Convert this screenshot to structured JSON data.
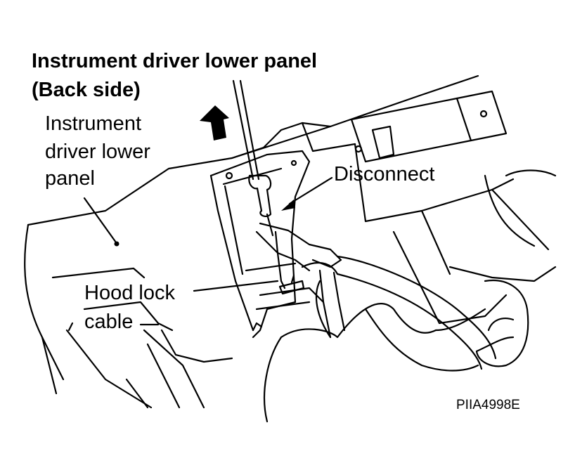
{
  "figure": {
    "title_line1": "Instrument driver lower panel",
    "title_line2": "(Back side)",
    "panel_label_line1": "Instrument",
    "panel_label_line2": "driver lower",
    "panel_label_line3": "panel",
    "disconnect_label": "Disconnect",
    "cable_label_line1": "Hood lock",
    "cable_label_line2": "cable",
    "figure_code": "PIIA4998E"
  },
  "colors": {
    "ink": "#000000",
    "paper": "#ffffff"
  },
  "icons": {
    "direction_arrow": "up-arrow-icon",
    "tool": "pliers-icon"
  }
}
